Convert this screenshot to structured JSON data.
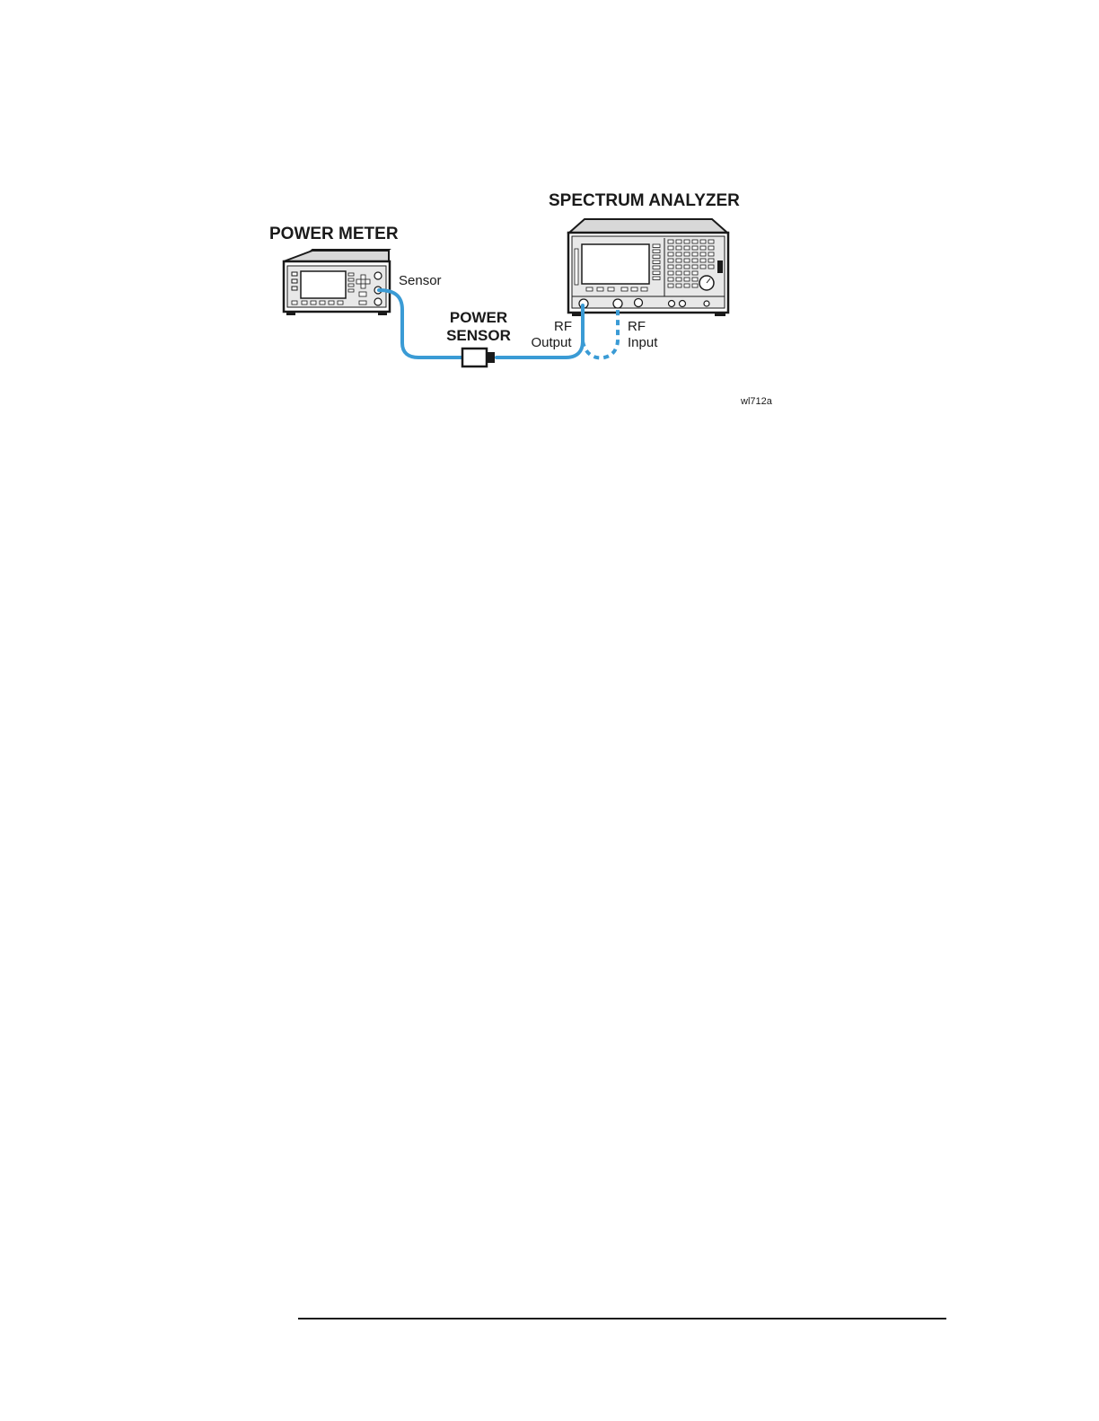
{
  "diagram": {
    "spectrum_analyzer_label": "SPECTRUM ANALYZER",
    "power_meter_label": "POWER METER",
    "sensor_port_label": "Sensor",
    "power_sensor_label_line1": "POWER",
    "power_sensor_label_line2": "SENSOR",
    "rf_output_label_line1": "RF",
    "rf_output_label_line2": "Output",
    "rf_input_label_line1": "RF",
    "rf_input_label_line2": "Input",
    "figure_code": "wl712a",
    "cable_color": "#3a9bd5"
  }
}
